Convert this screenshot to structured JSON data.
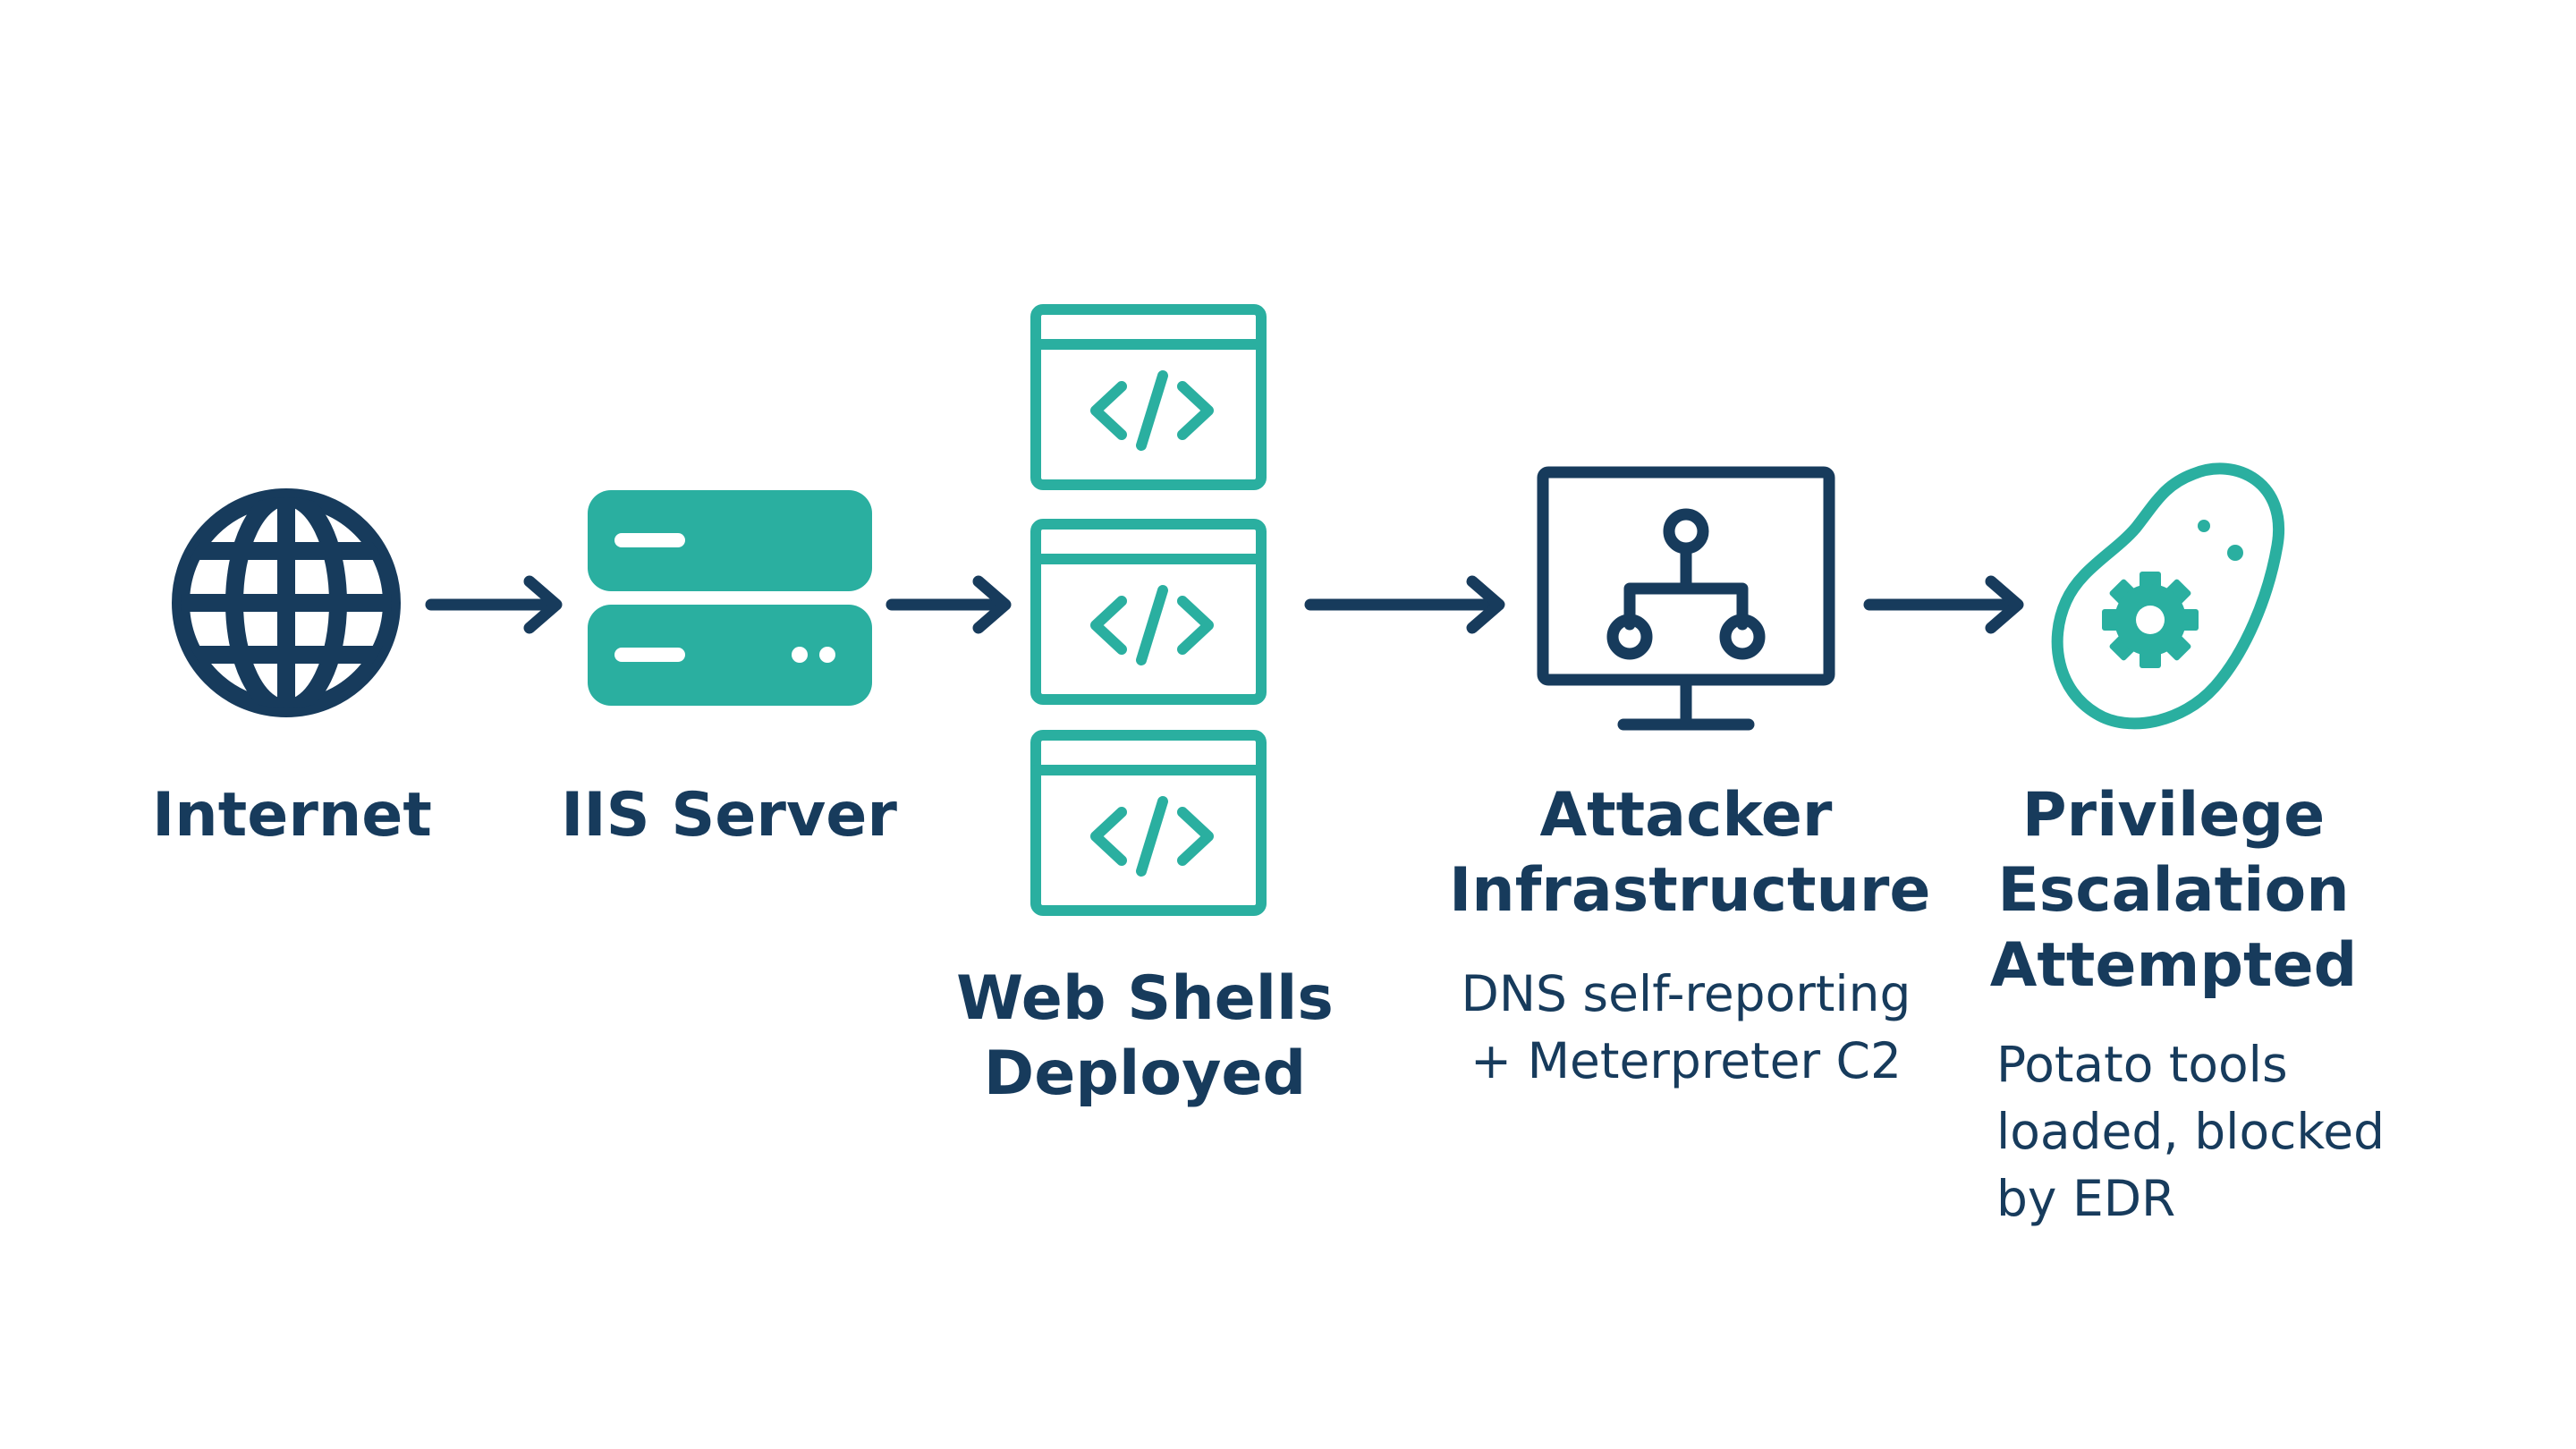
{
  "colors": {
    "navy": "#173b5c",
    "teal": "#2aafa0"
  },
  "nodes": [
    {
      "id": "internet",
      "icon": "globe-icon",
      "label_lines": [
        "Internet"
      ]
    },
    {
      "id": "iis-server",
      "icon": "server-icon",
      "label_lines": [
        "IIS Server"
      ]
    },
    {
      "id": "web-shells",
      "icon": "code-window-icon",
      "label_lines": [
        "Web Shells",
        "Deployed"
      ]
    },
    {
      "id": "attacker-infrastructure",
      "icon": "network-monitor-icon",
      "label_lines": [
        "Attacker",
        "Infrastructure"
      ],
      "caption_lines": [
        "DNS self-reporting",
        "+ Meterpreter C2"
      ]
    },
    {
      "id": "privilege-escalation",
      "icon": "potato-gear-icon",
      "label_lines": [
        "Privilege",
        "Escalation",
        "Attempted"
      ],
      "caption_lines": [
        "Potato tools",
        "loaded, blocked",
        "by EDR"
      ]
    }
  ]
}
